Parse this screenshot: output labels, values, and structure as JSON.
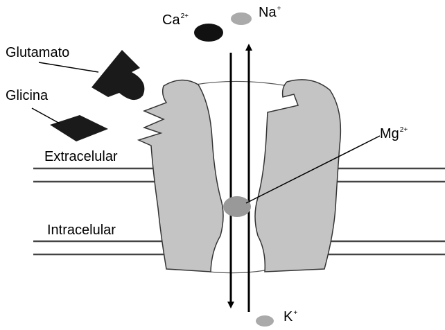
{
  "labels": {
    "calcium": {
      "base": "Ca",
      "sup": "2+"
    },
    "sodium": {
      "base": "Na",
      "sup": "+"
    },
    "glutamate": "Glutamato",
    "glycine": "Glicina",
    "extracellular": "Extracelular",
    "intracellular": "Intracelular",
    "magnesium": {
      "base": "Mg",
      "sup": "2+"
    },
    "potassium": {
      "base": "K",
      "sup": "+"
    }
  },
  "colors": {
    "ion_dark": "#111111",
    "ion_light": "#aaaaaa",
    "channel": "#c4c4c4",
    "ligand": "#1a1a1a",
    "membrane": "#444444",
    "mg_block": "#999999"
  }
}
